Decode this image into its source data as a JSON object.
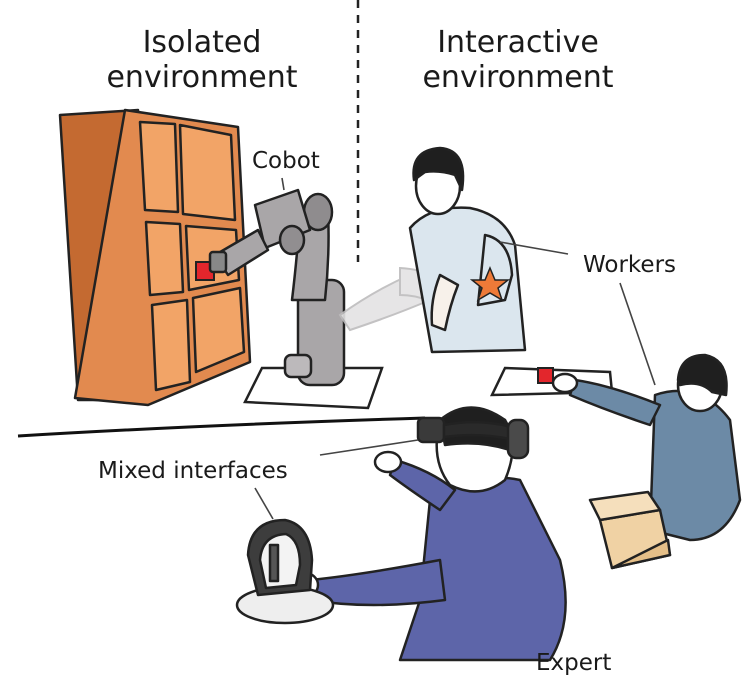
{
  "headings": {
    "isolated": "Isolated\nenvironment",
    "interactive": "Interactive\nenvironment"
  },
  "labels": {
    "cobot": "Cobot",
    "workers": "Workers",
    "mixed_interfaces": "Mixed interfaces",
    "expert": "Expert"
  },
  "colors": {
    "shelf": "#e28a4f",
    "shelf_dark": "#c46a31",
    "robot": "#a9a6a8",
    "worker_shirt": "#dbe6ee",
    "worker_blue": "#6c8aa6",
    "expert_shirt": "#5d65a9",
    "cube": "#e3262c",
    "box": "#f0d2a4",
    "star": "#ee7a38"
  },
  "icons": [
    "robot-arm-icon",
    "vr-headset-icon",
    "haptic-controller-icon",
    "star-marker-icon",
    "cube-icon",
    "cardboard-box-icon"
  ]
}
